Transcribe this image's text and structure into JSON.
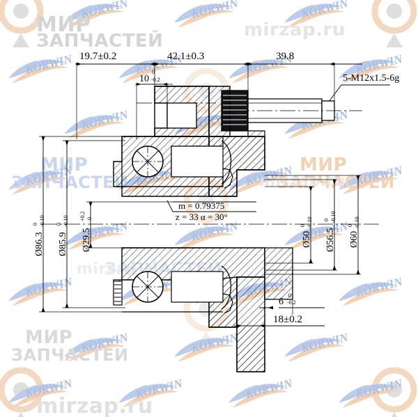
{
  "document": {
    "type": "engineering-drawing",
    "subject": "wheel hub bearing assembly cross-section",
    "background_color": "#ffffff",
    "line_color": "#000000"
  },
  "watermarks": {
    "brand_korwin": "KORWIN",
    "brand_mir": "МИР",
    "brand_zapchastei": "ЗАПЧАСТЕЙ",
    "site": "mirzap.ru",
    "color_blue": "#b9c9e8",
    "color_orange": "#f3cfae",
    "color_gray": "#dcdcdc"
  },
  "dimensions": {
    "horizontal_top": [
      {
        "id": "dim-19-7",
        "label": "19.7±0.2"
      },
      {
        "id": "dim-42-1",
        "label": "42.1±0.3"
      },
      {
        "id": "dim-39-8",
        "label": "39.8"
      }
    ],
    "horizontal_inner": [
      {
        "id": "dim-10",
        "value": "10",
        "tol_upper": "0",
        "tol_lower": "-0.2"
      }
    ],
    "horizontal_bottom": [
      {
        "id": "dim-6",
        "value": "6",
        "tol_upper": "0",
        "tol_lower": "-0.2"
      },
      {
        "id": "dim-18",
        "label": "18±0.2"
      }
    ],
    "vertical_left": [
      {
        "id": "dim-d86-3",
        "value": "Ø86.3",
        "tol_upper": "0",
        "tol_lower": "-0.10"
      },
      {
        "id": "dim-d85-9",
        "value": "Ø85.9",
        "tol_upper": "0",
        "tol_lower": "-0.10"
      },
      {
        "id": "dim-d29-5",
        "value": "Ø29.5",
        "tol_upper": "+0.2",
        "tol_lower": "0"
      }
    ],
    "vertical_right": [
      {
        "id": "dim-d50",
        "value": "Ø50",
        "tol_upper": "0",
        "tol_lower": "-0.10"
      },
      {
        "id": "dim-d56-5",
        "value": "Ø56.5",
        "tol_upper": "0",
        "tol_lower": "-0.10"
      },
      {
        "id": "dim-d60",
        "value": "Ø60",
        "tol_upper": "0",
        "tol_lower": "-0.10"
      }
    ]
  },
  "callouts": {
    "thread_spec": "5-M12x1.5-6g",
    "spline": {
      "line1": "m = 0.79375",
      "line2": "z = 33   α = 30°"
    }
  }
}
